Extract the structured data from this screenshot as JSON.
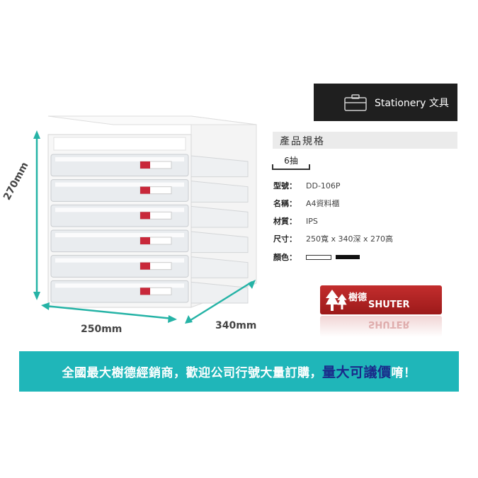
{
  "category": {
    "icon": "briefcase-icon",
    "label": "Stationery 文具"
  },
  "specs": {
    "heading": "產品規格",
    "tab": "6抽",
    "rows": [
      {
        "key": "型號：",
        "value": "DD-106P"
      },
      {
        "key": "名稱：",
        "value": "A4資料櫃"
      },
      {
        "key": "材質：",
        "value": "IPS"
      },
      {
        "key": "尺寸：",
        "value": "250寬 x 340深 x 270高"
      },
      {
        "key": "顏色：",
        "value": ""
      }
    ],
    "colors": [
      "#ffffff",
      "#111111"
    ]
  },
  "logo": {
    "brand": "SHUTER",
    "chinese": "樹德"
  },
  "dimensions": {
    "height": "270mm",
    "width": "250mm",
    "depth": "340mm"
  },
  "product": {
    "drawer_count": 6,
    "tag_color": "#c8283a",
    "arrow_color": "#25b3a6"
  },
  "banner": {
    "text_before": "全國最大樹德經銷商，歡迎公司行號大量訂購，",
    "text_highlight": "量大可議價",
    "text_after": "唷！",
    "background": "#1fb6b9"
  }
}
